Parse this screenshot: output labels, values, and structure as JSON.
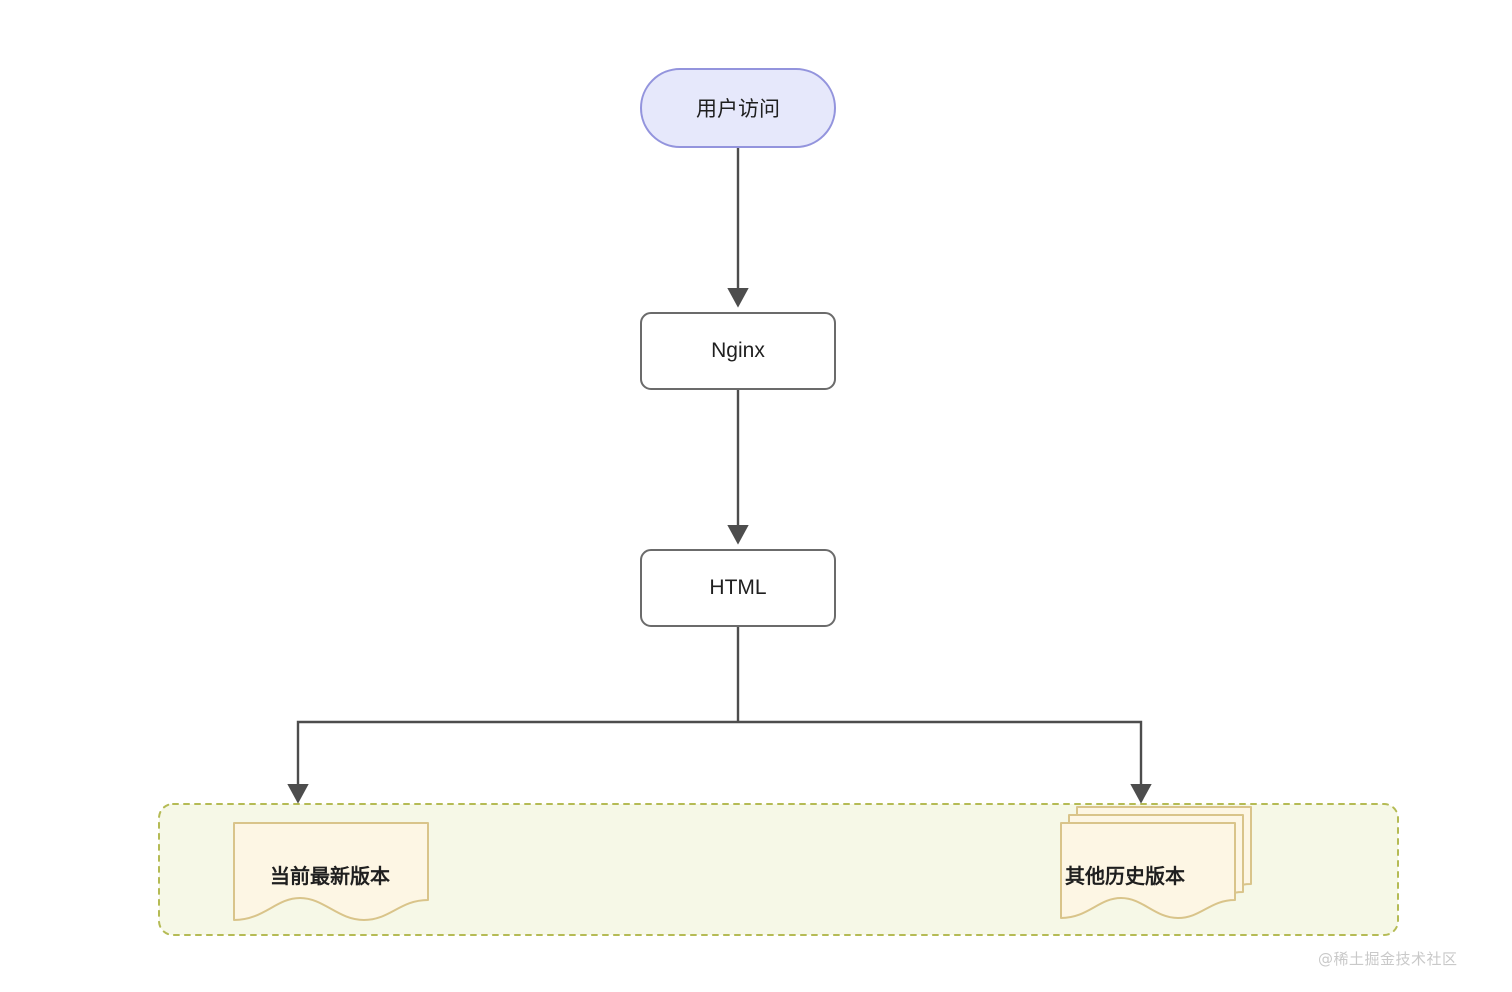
{
  "diagram": {
    "type": "flowchart",
    "direction": "top-to-bottom",
    "background_color": "#ffffff",
    "nodes": [
      {
        "id": "user-access",
        "label": "用户访问",
        "shape": "stadium",
        "fill": "#e6e8fb",
        "stroke": "#9394dd",
        "text_color": "#1f1f1f"
      },
      {
        "id": "nginx",
        "label": "Nginx",
        "shape": "rounded-rect",
        "fill": "#ffffff",
        "stroke": "#6b6b6b",
        "text_color": "#1f1f1f"
      },
      {
        "id": "html",
        "label": "HTML",
        "shape": "rounded-rect",
        "fill": "#ffffff",
        "stroke": "#6b6b6b",
        "text_color": "#1f1f1f"
      },
      {
        "id": "current-version",
        "label": "当前最新版本",
        "shape": "document",
        "fill": "#fdf6e4",
        "stroke": "#d9c48a",
        "text_color": "#1f1f1f"
      },
      {
        "id": "history-versions",
        "label": "其他历史版本",
        "shape": "multi-document",
        "stack_count": 3,
        "fill": "#fdf6e4",
        "stroke": "#d9c48a",
        "text_color": "#1f1f1f"
      }
    ],
    "group": {
      "id": "versions-group",
      "label": "",
      "fill": "#f6f8e7",
      "stroke": "#b5bb55",
      "border_style": "dashed"
    },
    "edges": [
      {
        "from": "user-access",
        "to": "nginx",
        "arrow": true,
        "color": "#4d4d4d"
      },
      {
        "from": "nginx",
        "to": "html",
        "arrow": true,
        "color": "#4d4d4d"
      },
      {
        "from": "html",
        "to": "current-version",
        "arrow": true,
        "color": "#4d4d4d"
      },
      {
        "from": "html",
        "to": "history-versions",
        "arrow": true,
        "color": "#4d4d4d"
      }
    ]
  },
  "watermark": {
    "text": "@稀土掘金技术社区",
    "color": "#c9c9c9"
  }
}
